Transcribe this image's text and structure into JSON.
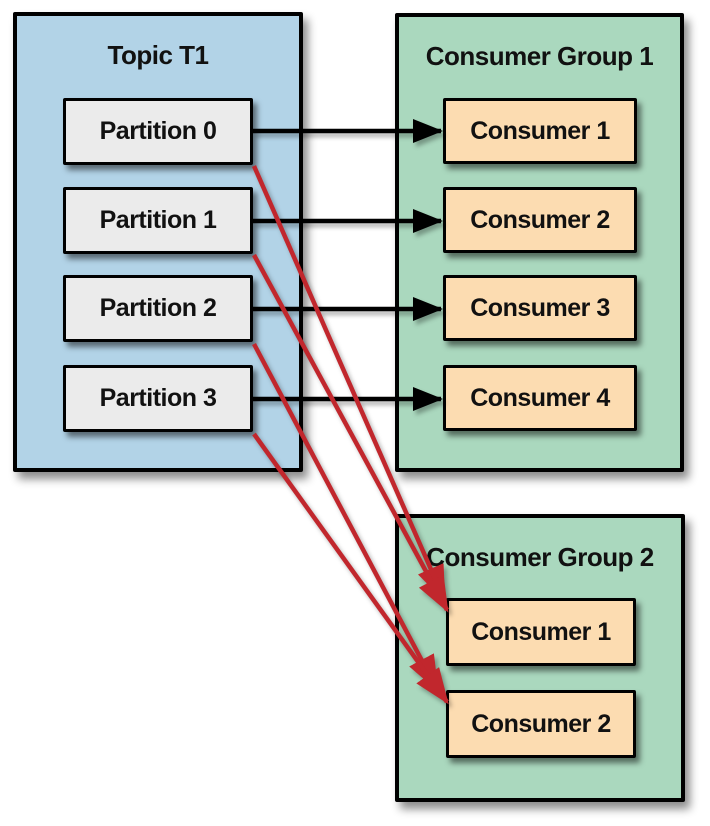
{
  "topic": {
    "title": "Topic T1",
    "partitions": [
      "Partition 0",
      "Partition 1",
      "Partition 2",
      "Partition 3"
    ]
  },
  "group1": {
    "title": "Consumer Group 1",
    "consumers": [
      "Consumer 1",
      "Consumer 2",
      "Consumer 3",
      "Consumer 4"
    ]
  },
  "group2": {
    "title": "Consumer Group 2",
    "consumers": [
      "Consumer 1",
      "Consumer 2"
    ]
  },
  "connections": {
    "to_group1": [
      {
        "from": "Partition 0",
        "to": "Consumer 1",
        "color": "black"
      },
      {
        "from": "Partition 1",
        "to": "Consumer 2",
        "color": "black"
      },
      {
        "from": "Partition 2",
        "to": "Consumer 3",
        "color": "black"
      },
      {
        "from": "Partition 3",
        "to": "Consumer 4",
        "color": "black"
      }
    ],
    "to_group2": [
      {
        "from": "Partition 0",
        "to": "Consumer 1",
        "color": "red"
      },
      {
        "from": "Partition 1",
        "to": "Consumer 1",
        "color": "red"
      },
      {
        "from": "Partition 2",
        "to": "Consumer 2",
        "color": "red"
      },
      {
        "from": "Partition 3",
        "to": "Consumer 2",
        "color": "red"
      }
    ]
  },
  "colors": {
    "topic_fill": "#b2d3e7",
    "partition_fill": "#ebebeb",
    "group_fill": "#aad8be",
    "consumer_fill": "#fcdcb1",
    "arrow_black": "#000000",
    "arrow_red": "#c1272d",
    "border": "#000000"
  }
}
